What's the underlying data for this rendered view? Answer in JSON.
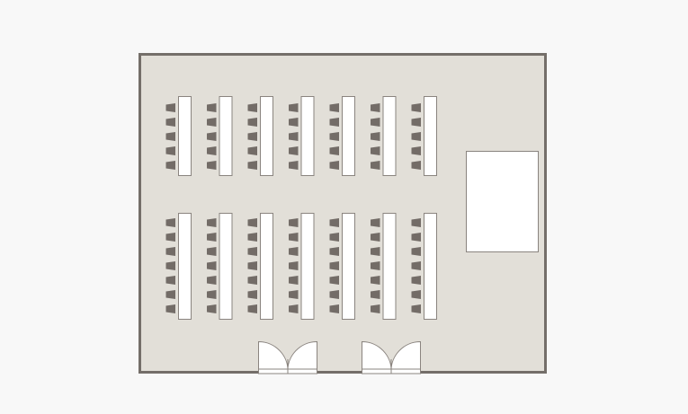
{
  "layout": {
    "table_columns": 7,
    "blocks": [
      {
        "name": "front-block",
        "chairs_per_table": 5
      },
      {
        "name": "rear-block",
        "chairs_per_table": 7
      }
    ],
    "stage_count": 1,
    "double_doors": 2
  },
  "colors": {
    "background": "#f8f8f8",
    "floor": "#e2dfd8",
    "wall": "#746e69",
    "chair": "#736c67",
    "furniture": "#ffffff",
    "outline": "#8a847f"
  }
}
